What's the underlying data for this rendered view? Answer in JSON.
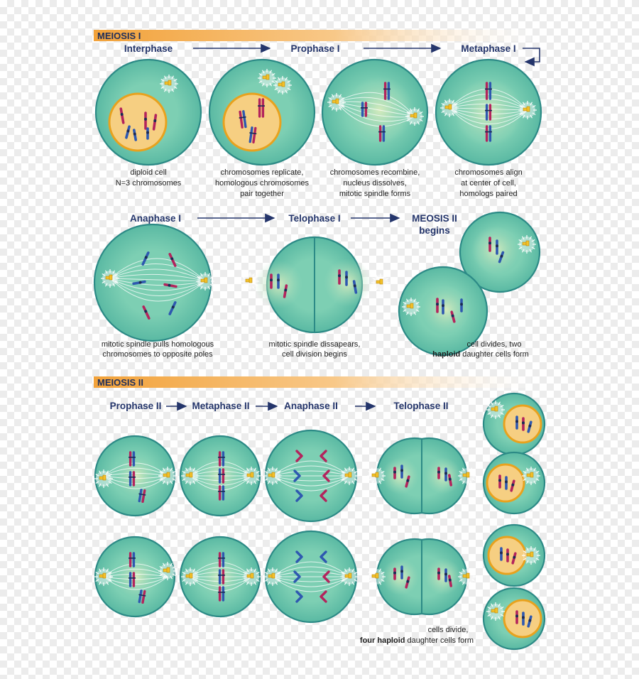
{
  "colors": {
    "cell_fill": "#73c8ac",
    "cell_edge": "#2c8a86",
    "nucleus_fill": "#f6cf82",
    "nucleus_edge": "#e8a21e",
    "chromosome_red": "#b3245c",
    "chromosome_blue": "#2e58b0",
    "arrow": "#24356b",
    "band_start": "#f2a23a",
    "band_end": "#ffffff"
  },
  "meiosis1": {
    "title": "MEIOSIS I",
    "stages": {
      "interphase": "Interphase",
      "prophase": "Prophase I",
      "metaphase": "Metaphase I",
      "anaphase": "Anaphase I",
      "telophase": "Telophase I",
      "meiosis2_begins_line1": "MEOSIS II",
      "meiosis2_begins_line2": "begins"
    },
    "captions": {
      "interphase": [
        "diploid cell",
        "N=3 chromosomes"
      ],
      "prophase": [
        "chromosomes replicate,",
        "homologous chromosomes",
        "pair together"
      ],
      "prophase_late": [
        "chromosomes recombine,",
        "nucleus dissolves,",
        "mitotic spindle forms"
      ],
      "metaphase": [
        "chromosomes align",
        "at center of cell,",
        "homologs paired"
      ],
      "anaphase": [
        "mitotic spindle pulls homologous",
        "chromosomes to opposite poles"
      ],
      "telophase": [
        "mitotic spindle dissapears,",
        "cell division begins"
      ],
      "daughters_line1": "cell divides, two",
      "daughters_bold": "haploid",
      "daughters_rest": " daughter cells form"
    }
  },
  "meiosis2": {
    "title": "MEIOSIS II",
    "stages": {
      "prophase": "Prophase II",
      "metaphase": "Metaphase II",
      "anaphase": "Anaphase II",
      "telophase": "Telophase II"
    },
    "captions": {
      "line1": "cells divide,",
      "bold": "four haploid",
      "rest": " daughter cells form"
    }
  }
}
